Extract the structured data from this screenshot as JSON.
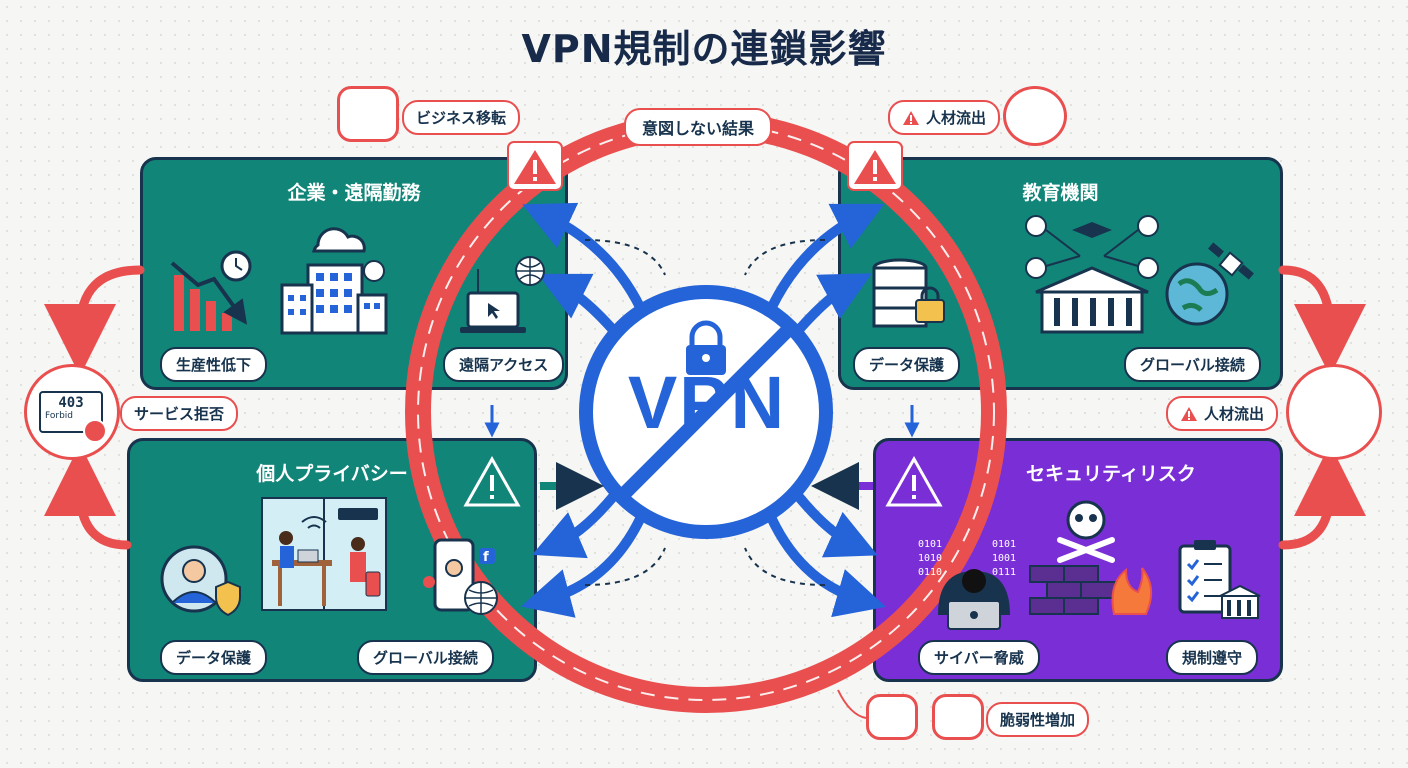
{
  "title": "VPN規制の連鎖影響",
  "center": {
    "label": "VPN"
  },
  "ring_label": "意図しない結果",
  "panels": {
    "enterprise": {
      "title": "企業・遠隔勤務",
      "pills": [
        "生産性低下",
        "遠隔アクセス"
      ]
    },
    "education": {
      "title": "教育機関",
      "pills": [
        "データ保護",
        "グローバル接続"
      ]
    },
    "privacy": {
      "title": "個人プライバシー",
      "pills": [
        "データ保護",
        "グローバル接続"
      ]
    },
    "security": {
      "title": "セキュリティリスク",
      "pills": [
        "サイバー脅威",
        "規制遵守"
      ]
    }
  },
  "tags": {
    "business_relocation": "ビジネス移転",
    "brain_drain_top": "人材流出",
    "service_denial": "サービス拒否",
    "brain_drain_right": "人材流出",
    "vulnerability": "脆弱性増加"
  },
  "badges": {
    "error_code": "403",
    "error_text": "Forbid"
  },
  "colors": {
    "teal": "#128579",
    "purple": "#7a2ed6",
    "ring_red": "#e94f4f",
    "vpn_blue": "#2463d8",
    "navy": "#17334d"
  }
}
